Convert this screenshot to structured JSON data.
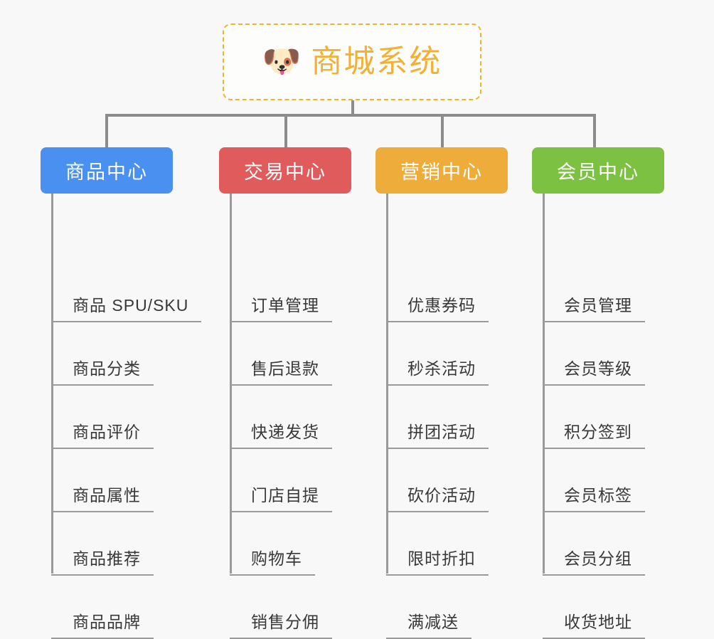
{
  "background_color": "#f8f8f8",
  "root": {
    "icon": "dog-face-icon",
    "icon_glyph": "🐶",
    "title": "商城系统",
    "title_color": "#f2b134",
    "border_color": "#f0b429",
    "border_style": "dashed"
  },
  "connector_color": "#8c8c8c",
  "branches": [
    {
      "title": "商品中心",
      "color": "#4a90f0",
      "items": [
        "商品 SPU/SKU",
        "商品分类",
        "商品评价",
        "商品属性",
        "商品推荐",
        "商品品牌"
      ]
    },
    {
      "title": "交易中心",
      "color": "#e05b5b",
      "items": [
        "订单管理",
        "售后退款",
        "快递发货",
        "门店自提",
        "购物车",
        "销售分佣"
      ]
    },
    {
      "title": "营销中心",
      "color": "#eeac3b",
      "items": [
        "优惠券码",
        "秒杀活动",
        "拼团活动",
        "砍价活动",
        "限时折扣",
        "满减送"
      ]
    },
    {
      "title": "会员中心",
      "color": "#7cc councillor"
    }
  ]
}
